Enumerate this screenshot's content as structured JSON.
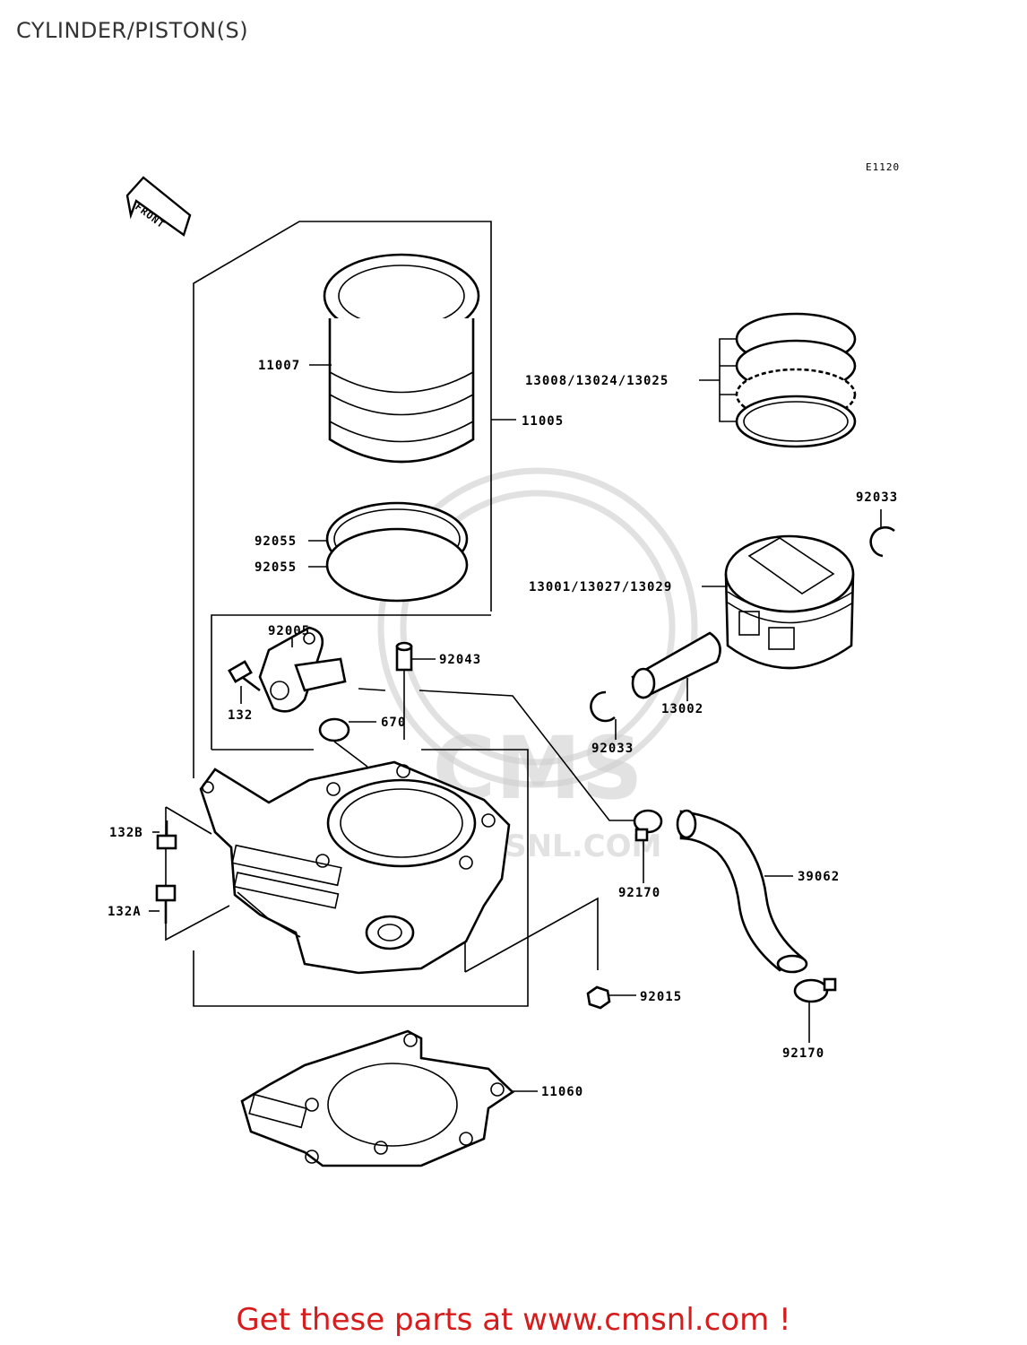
{
  "header": {
    "title": "CYLINDER/PISTON(S)"
  },
  "diagram": {
    "code": "E1120",
    "front_label": "FRONT",
    "watermark": "WWW.CMSNL.COM",
    "watermark_logo": "CMS",
    "parts": [
      {
        "id": "p11007",
        "number": "11007"
      },
      {
        "id": "p11005",
        "number": "11005"
      },
      {
        "id": "p13008",
        "number": "13008/13024/13025"
      },
      {
        "id": "p92033a",
        "number": "92033"
      },
      {
        "id": "p13001",
        "number": "13001/13027/13029"
      },
      {
        "id": "p92055a",
        "number": "92055"
      },
      {
        "id": "p92055b",
        "number": "92055"
      },
      {
        "id": "p92005",
        "number": "92005"
      },
      {
        "id": "p92043",
        "number": "92043"
      },
      {
        "id": "p132",
        "number": "132"
      },
      {
        "id": "p670",
        "number": "670"
      },
      {
        "id": "p13002",
        "number": "13002"
      },
      {
        "id": "p92033b",
        "number": "92033"
      },
      {
        "id": "p132B",
        "number": "132B"
      },
      {
        "id": "p132A",
        "number": "132A"
      },
      {
        "id": "p92170a",
        "number": "92170"
      },
      {
        "id": "p39062",
        "number": "39062"
      },
      {
        "id": "p92015",
        "number": "92015"
      },
      {
        "id": "p92170b",
        "number": "92170"
      },
      {
        "id": "p11060",
        "number": "11060"
      }
    ]
  },
  "footer": {
    "cta": "Get these parts at www.cmsnl.com !",
    "cta_color": "#d61c1c"
  }
}
